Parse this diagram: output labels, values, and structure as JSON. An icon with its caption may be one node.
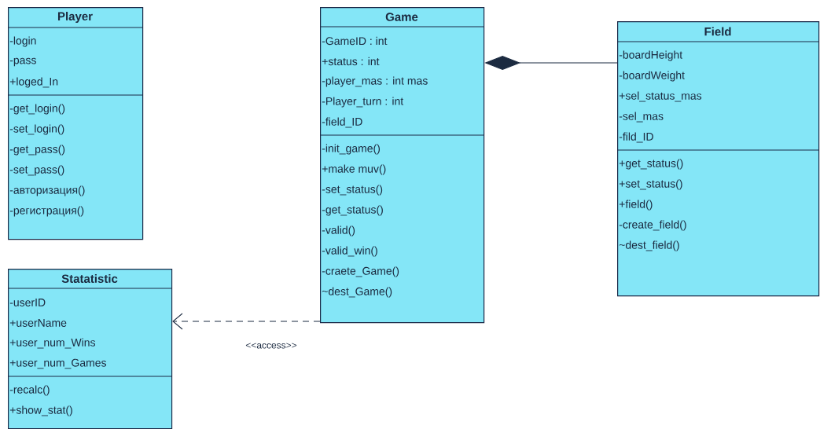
{
  "diagram": {
    "nodes": [
      {
        "text": [
          "Player",
          "-login",
          "-pass",
          "+loged_In",
          "-get_login()",
          "-set_login()",
          "-get_pass()",
          "-set_pass()",
          "-авторизация()",
          "-регистрация()"
        ]
      },
      {
        "text": [
          "Game",
          "-GameID : int",
          "+status : int",
          "-player_mas : int mas",
          "-Player_turn : int",
          "-field_ID",
          "-init_game()",
          "+make muv()",
          "-set_status()",
          "-get_status()",
          "-valid()",
          "-valid_win()",
          "-craete_Game()",
          "~dest_Game()"
        ]
      },
      {
        "text": [
          "Field",
          "-boardHeight",
          "-boardWeight",
          "+sel_status_mas",
          "-sel_mas",
          "-fild_ID",
          "+get_status()",
          "+set_status()",
          "+field()",
          "-create_field()",
          "~dest_field()"
        ]
      },
      {
        "text": [
          "Statatistic",
          "-userID",
          "+userName",
          "+user_num_Wins",
          "+user_num_Games",
          "-recalc()",
          "+show_stat()"
        ]
      }
    ],
    "edges": [
      {
        "from": 1,
        "to": 2,
        "arrow": "other"
      },
      {
        "from": 1,
        "to": 3,
        "arrow": "to",
        "style": "dashed",
        "label": "<<access>>"
      }
    ]
  }
}
